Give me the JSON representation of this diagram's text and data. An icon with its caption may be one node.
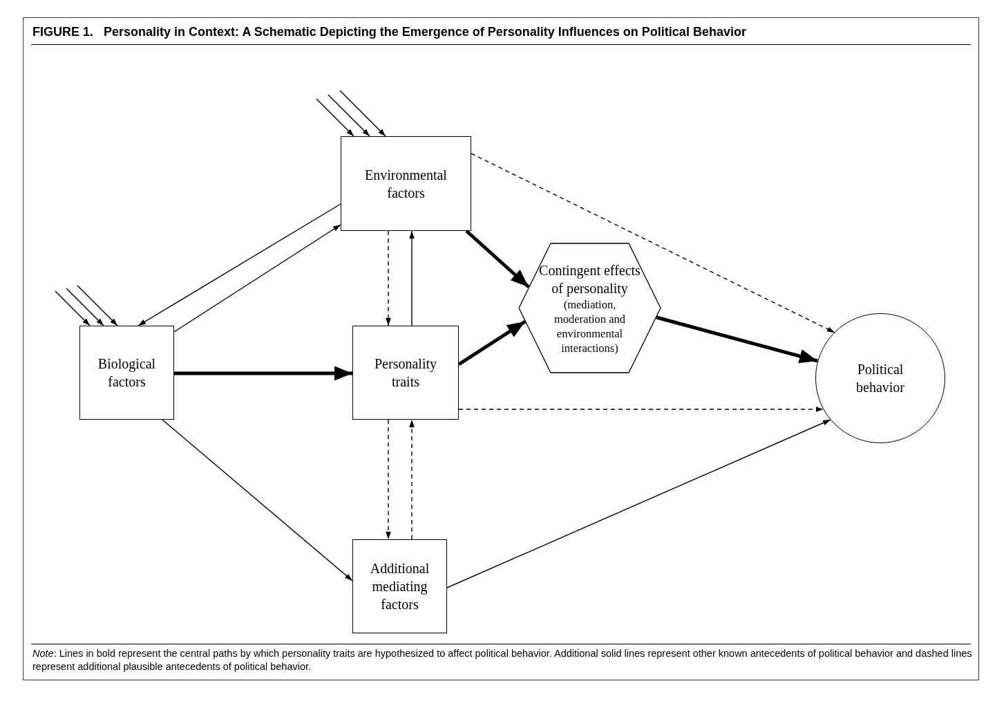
{
  "diagram": {
    "title": "FIGURE 1.   Personality in Context: A Schematic Depicting the Emergence of Personality Influences on Political Behavior",
    "caption": "*Note*: Lines in bold represent the central paths by which personality traits are hypothesized to affect political behavior. Additional solid lines represent other known antecedents of political behavior and dashed lines represent additional plausible antecedents of political behavior.",
    "nodes": [
      {
        "text": [
          "Environmental factors"
        ]
      },
      {
        "text": [
          "Biological factors"
        ]
      },
      {
        "text": [
          "Personality traits"
        ]
      },
      {
        "text": [
          "Contingent effects of personality",
          "(mediation, moderation and environmental interactions)"
        ]
      },
      {
        "text": [
          "Additional mediating factors"
        ]
      },
      {
        "text": [
          "Political behavior"
        ]
      }
    ],
    "edges": [
      {
        "from": 0,
        "to": 1,
        "arrow": "to"
      },
      {
        "from": 1,
        "to": 0,
        "arrow": "to"
      },
      {
        "from": 0,
        "to": 2,
        "arrow": "to",
        "style": "dashed"
      },
      {
        "from": 2,
        "to": 0,
        "arrow": "to"
      },
      {
        "from": 0,
        "to": 3,
        "arrow": "to",
        "style": "thick"
      },
      {
        "from": 0,
        "to": 5,
        "arrow": "to",
        "style": "dashed"
      },
      {
        "from": 1,
        "to": 2,
        "arrow": "to",
        "style": "thick"
      },
      {
        "from": 2,
        "to": 3,
        "arrow": "to",
        "style": "thick"
      },
      {
        "from": 3,
        "to": 5,
        "arrow": "to",
        "style": "thick"
      },
      {
        "from": 2,
        "to": 5,
        "arrow": "to",
        "style": "dashed"
      },
      {
        "from": 2,
        "to": 4,
        "arrow": "to",
        "style": "dashed"
      },
      {
        "from": 4,
        "to": 2,
        "arrow": "to",
        "style": "dashed"
      },
      {
        "from": 1,
        "to": 4,
        "arrow": "to"
      },
      {
        "from": 4,
        "to": 5,
        "arrow": "to"
      },
      {
        "from": null,
        "to": 0,
        "arrow": "to"
      },
      {
        "from": null,
        "to": 0,
        "arrow": "to"
      },
      {
        "from": null,
        "to": 0,
        "arrow": "to"
      },
      {
        "from": null,
        "to": 1,
        "arrow": "to"
      },
      {
        "from": null,
        "to": 1,
        "arrow": "to"
      },
      {
        "from": null,
        "to": 1,
        "arrow": "to"
      }
    ]
  }
}
